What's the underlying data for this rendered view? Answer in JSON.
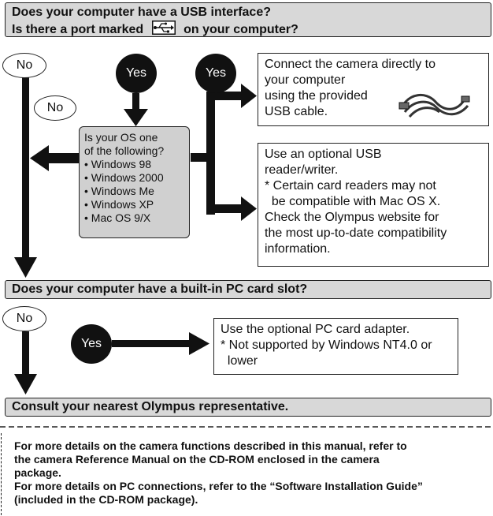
{
  "q1": {
    "line1": "Does your computer have a USB interface?",
    "line2_a": "Is there a port marked",
    "line2_b": "on your computer?"
  },
  "ovals": {
    "no_top": "No",
    "no_inner": "No",
    "no_mid": "No"
  },
  "dark_circles": {
    "yes1": "Yes",
    "yes2": "Yes",
    "yes3": "Yes"
  },
  "os_box": {
    "lines": [
      "Is your OS one",
      "of the following?",
      "• Windows 98",
      "• Windows 2000",
      "• Windows Me",
      "• Windows XP",
      "• Mac OS 9/X"
    ]
  },
  "connect_box": {
    "lines": [
      "Connect the camera directly to",
      "your computer",
      "using the provided",
      "USB cable."
    ]
  },
  "reader_box": {
    "lines": [
      "Use an optional USB",
      "reader/writer.",
      "* Certain card readers may not",
      "  be compatible with Mac OS X.",
      "Check the Olympus website for",
      "the most up-to-date compatibility",
      "information."
    ]
  },
  "q2": {
    "text": "Does your computer have a built-in PC card slot?"
  },
  "pc_box": {
    "lines": [
      "Use the optional PC card adapter.",
      "* Not supported by Windows NT4.0 or",
      "  lower"
    ]
  },
  "q3": {
    "text": "Consult your nearest Olympus representative."
  },
  "footnote": {
    "lines": [
      "For more details on the camera functions described in this manual, refer to",
      "the camera Reference Manual on the CD-ROM enclosed in the camera",
      "package.",
      "For more details on PC connections, refer to the “Software Installation Guide”",
      "(included in the CD-ROM package)."
    ]
  },
  "icons": {
    "usb_port": "usb-port-icon",
    "usb_cable": "usb-cable-icon"
  }
}
